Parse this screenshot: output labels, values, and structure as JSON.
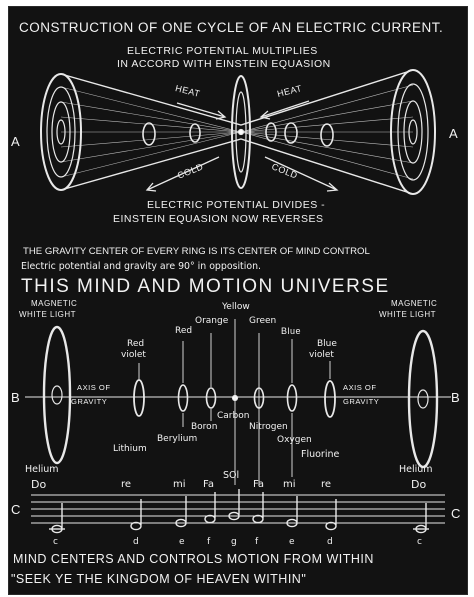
{
  "title": "CONSTRUCTION OF ONE CYCLE OF AN ELECTRIC CURRENT.",
  "top_note": [
    "ELECTRIC POTENTIAL MULTIPLIES",
    "IN ACCORD WITH EINSTEIN EQUASION"
  ],
  "heat_label": "HEAT",
  "cold_label": "COLD",
  "bottom_note": [
    "ELECTRIC POTENTIAL DIVIDES -",
    "EINSTEIN EQUASION NOW REVERSES"
  ],
  "row_a": "A",
  "statement1": "THE GRAVITY CENTER OF EVERY RING IS ITS CENTER OF MIND CONTROL",
  "statement2": "Electric potential and gravity are 90° in opposition.",
  "headline": "THIS MIND AND MOTION UNIVERSE",
  "magnetic_left": [
    "MAGNETIC",
    "WHITE LIGHT"
  ],
  "magnetic_right": [
    "MAGNETIC",
    "WHITE LIGHT"
  ],
  "row_b": "B",
  "axis_label": [
    "AXIS OF",
    "GRAVITY"
  ],
  "colors": {
    "yellow": "Yellow",
    "orange": "Orange",
    "green": "Green",
    "red": "Red",
    "blue": "Blue",
    "red_violet": [
      "Red",
      "violet"
    ],
    "blue_violet": [
      "Blue",
      "violet"
    ]
  },
  "elements": {
    "helium_left": "Helium",
    "helium_right": "Helium",
    "lithium": "Lithium",
    "berylium": "Berylium",
    "boron": "Boron",
    "carbon": "Carbon",
    "nitrogen": "Nitrogen",
    "oxygen": "Oxygen",
    "fluorine": "Fluorine"
  },
  "row_c": "C",
  "solfege": {
    "do_left": "Do",
    "re_left": "re",
    "mi_left": "mi",
    "fa_left": "Fa",
    "sol": "SOl",
    "fa_right": "Fa",
    "mi_right": "mi",
    "re_right": "re",
    "do_right": "Do"
  },
  "note_letters": [
    "c",
    "d",
    "e",
    "f",
    "g",
    "f",
    "e",
    "d",
    "c"
  ],
  "footer1": "MIND CENTERS AND CONTROLS MOTION FROM WITHIN",
  "footer2": "\"SEEK YE THE KINGDOM OF HEAVEN WITHIN\""
}
